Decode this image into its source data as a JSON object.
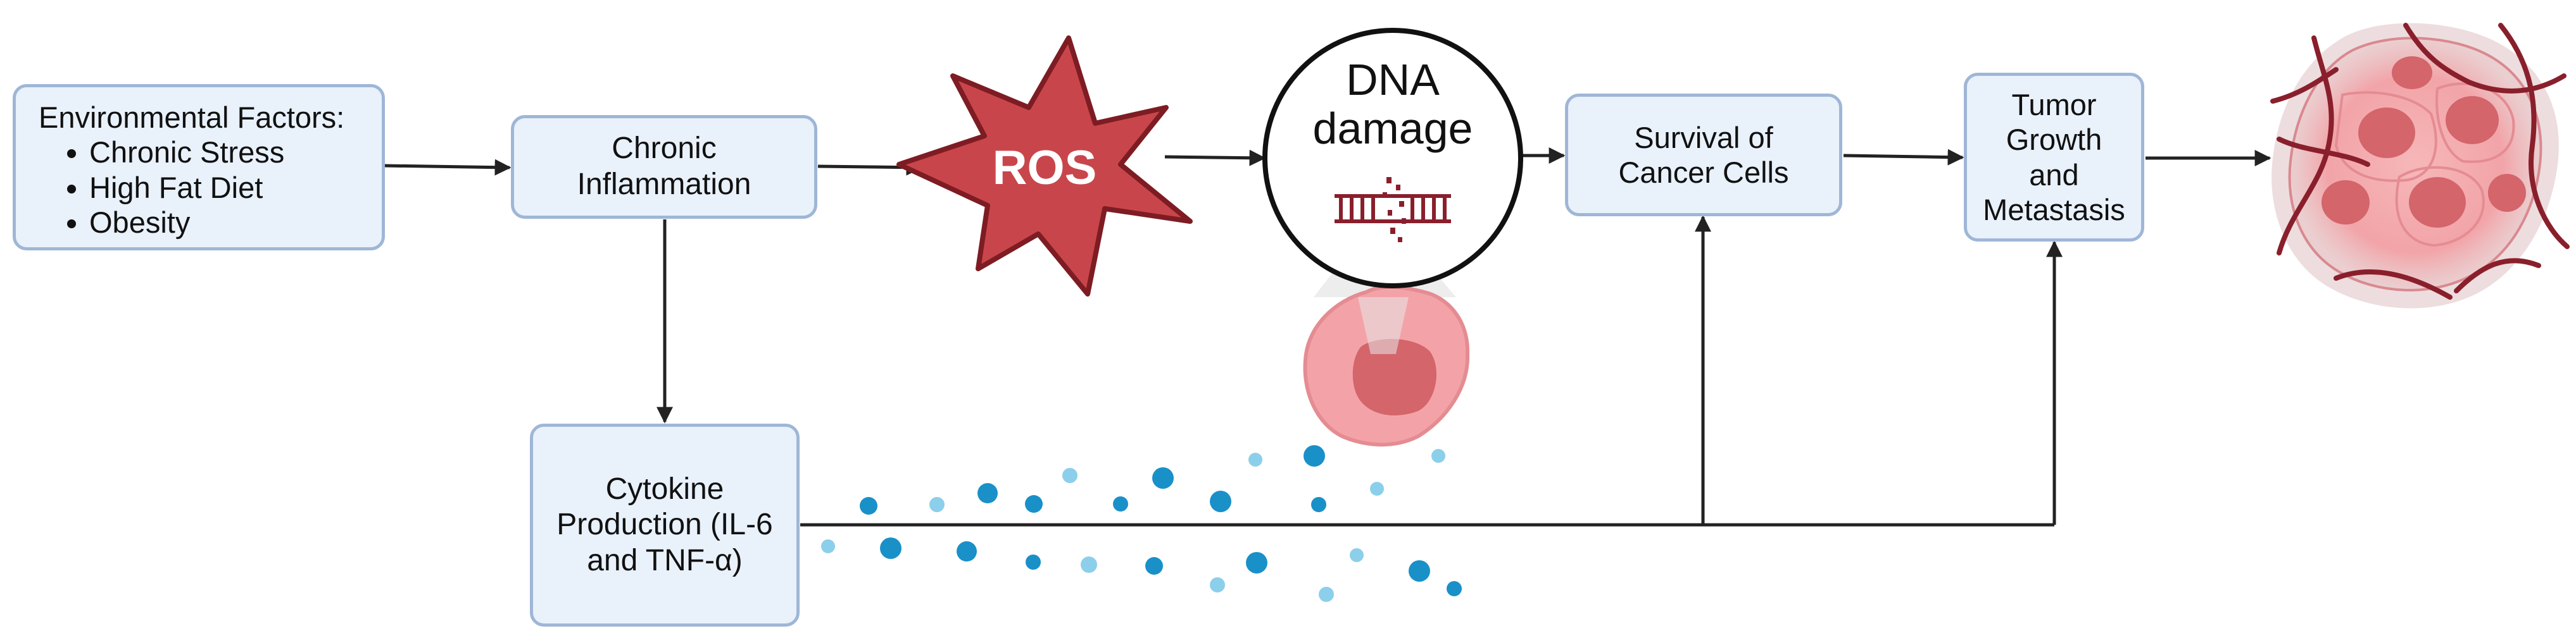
{
  "diagram": {
    "environmental_factors": {
      "title": "Environmental Factors:",
      "items": [
        "Chronic Stress",
        "High Fat Diet",
        "Obesity"
      ]
    },
    "chronic_inflammation": "Chronic Inflammation",
    "ros": "ROS",
    "dna_damage": "DNA damage",
    "survival": "Survival of Cancer Cells",
    "tumor": "Tumor Growth and Metastasis",
    "cytokine": "Cytokine Production (IL-6 and TNF-α)"
  },
  "colors": {
    "box_fill": "#e9f1fb",
    "box_border": "#9fb6d6",
    "ros_fill": "#c8464b",
    "ros_stroke": "#7e1c23",
    "arrow": "#222222",
    "cell_pink": "#f3a3a8",
    "cell_nucleus": "#d3656b",
    "cytokine_dot_dark": "#1a90c8",
    "cytokine_dot_light": "#8ccfea",
    "tumor_vessel": "#8a1f2c"
  }
}
